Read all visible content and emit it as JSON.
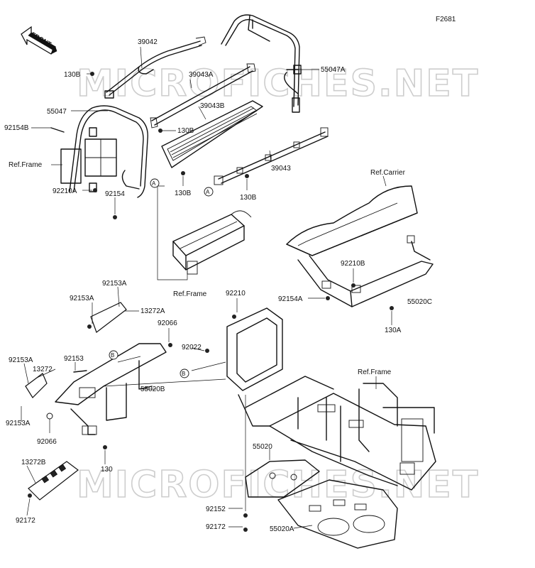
{
  "figure_code": "F2681",
  "watermark": "MICROFICHES.NET",
  "front_arrow_label": "FRONT",
  "callout_letters": {
    "a": "A",
    "b": "B"
  },
  "labels": {
    "p39042": "39042",
    "p130b_top": "130B",
    "p39043a": "39043A",
    "p55047a": "55047A",
    "p39043b": "39043B",
    "p55047": "55047",
    "p92154b": "92154B",
    "p130b_mid": "130B",
    "ref_frame_left": "Ref.Frame",
    "p39043": "39043",
    "p130b_lower": "130B",
    "p92210a": "92210A",
    "p92154": "92154",
    "p130b_right": "130B",
    "ref_carrier": "Ref.Carrier",
    "ref_frame_mid": "Ref.Frame",
    "p92210b": "92210B",
    "p92154a": "92154A",
    "p55020c": "55020C",
    "p130a": "130A",
    "p92153a_top": "92153A",
    "p92153a_mid": "92153A",
    "p13272a": "13272A",
    "p92210": "92210",
    "p92066_top": "92066",
    "p92022": "92022",
    "p92153a_left": "92153A",
    "p92153": "92153",
    "p13272": "13272",
    "p55020b": "55020B",
    "ref_frame_right": "Ref.Frame",
    "p92153a_bottom": "92153A",
    "p92066_bottom": "92066",
    "p55020": "55020",
    "p130": "130",
    "p13272b": "13272B",
    "p92152": "92152",
    "p92172_left": "92172",
    "p92172_right": "92172",
    "p55020a": "55020A"
  }
}
